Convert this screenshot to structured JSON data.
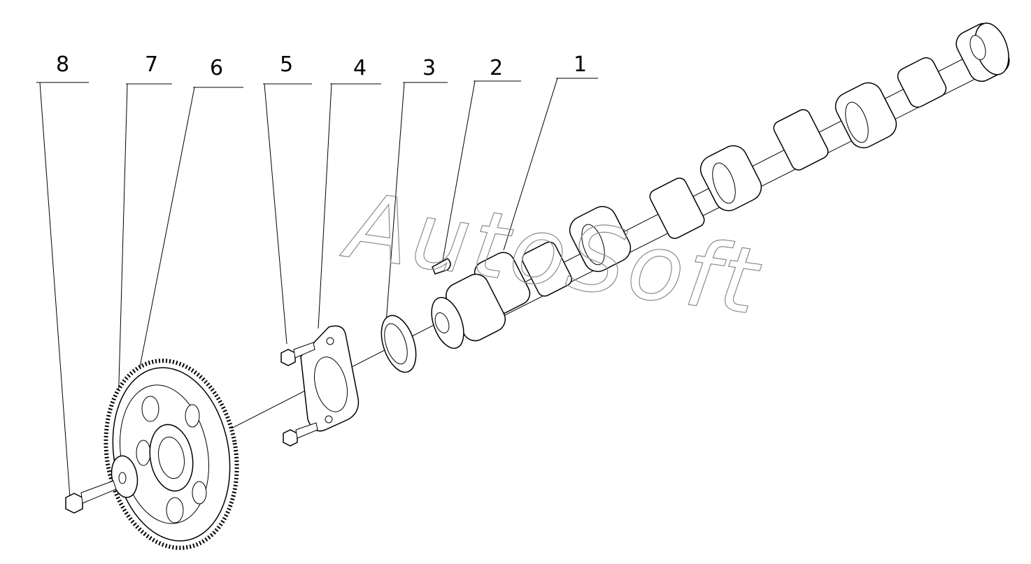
{
  "watermark": "AutoSoft",
  "callouts": [
    {
      "id": "8",
      "label": "8"
    },
    {
      "id": "7",
      "label": "7"
    },
    {
      "id": "6",
      "label": "6"
    },
    {
      "id": "5",
      "label": "5"
    },
    {
      "id": "4",
      "label": "4"
    },
    {
      "id": "3",
      "label": "3"
    },
    {
      "id": "2",
      "label": "2"
    },
    {
      "id": "1",
      "label": "1"
    }
  ]
}
